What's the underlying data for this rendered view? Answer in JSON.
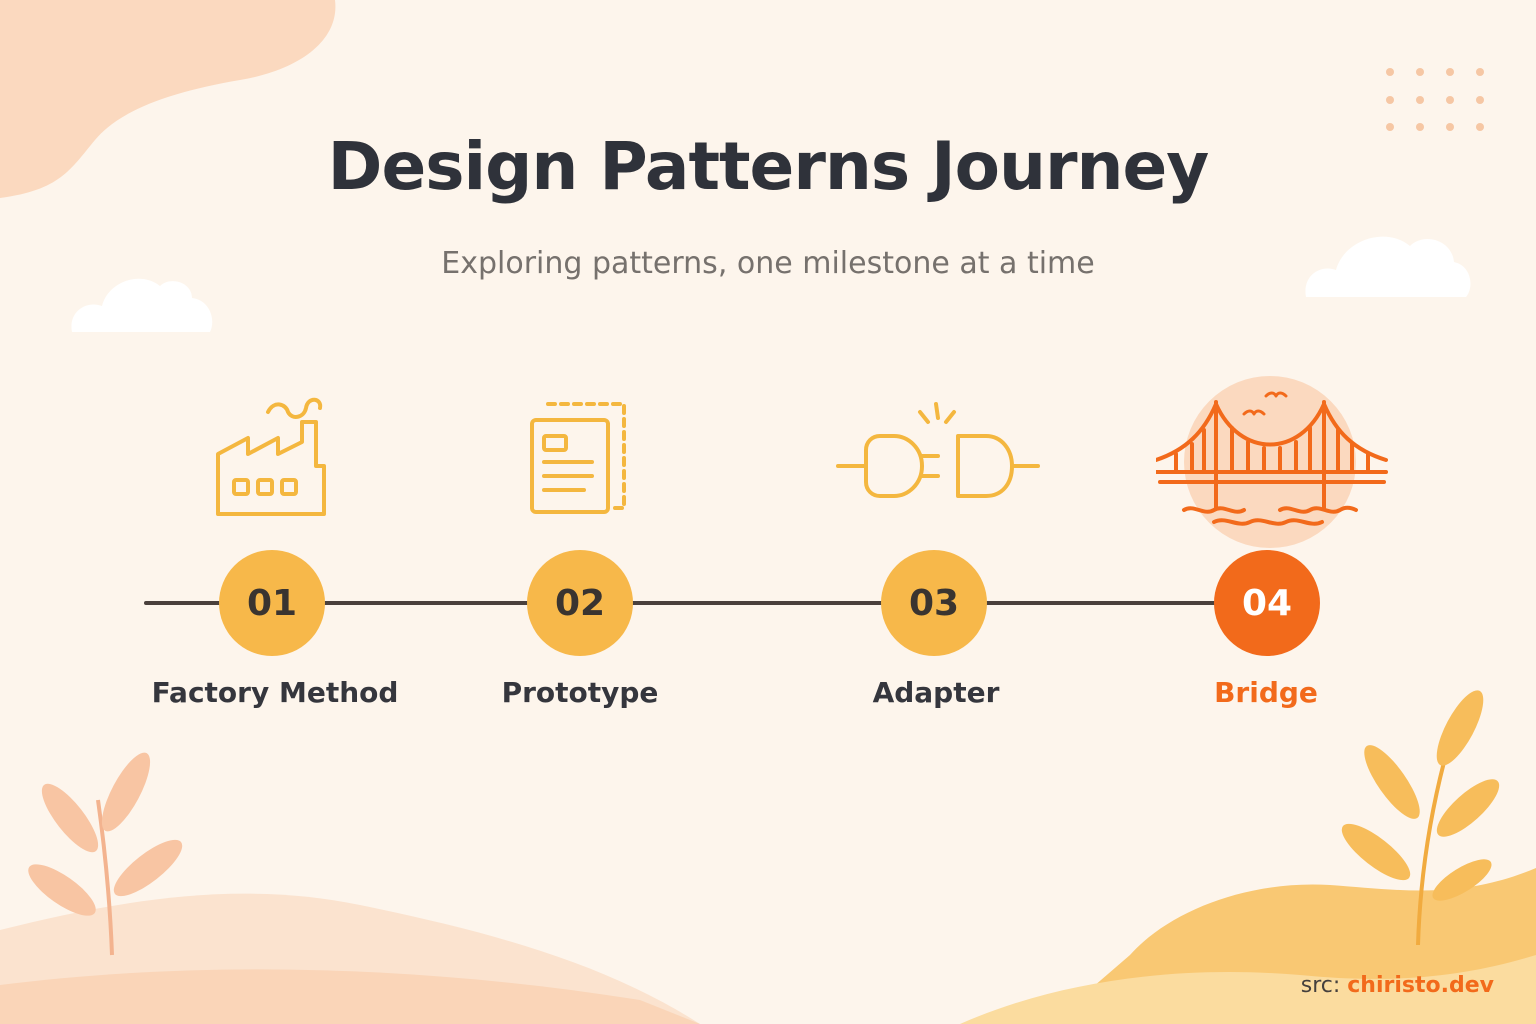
{
  "title": "Design Patterns Journey",
  "subtitle": "Exploring patterns, one milestone at a time",
  "milestones": [
    {
      "number": "01",
      "label": "Factory Method",
      "icon": "factory-icon",
      "active": false
    },
    {
      "number": "02",
      "label": "Prototype",
      "icon": "document-copy-icon",
      "active": false
    },
    {
      "number": "03",
      "label": "Adapter",
      "icon": "plug-adapter-icon",
      "active": false
    },
    {
      "number": "04",
      "label": "Bridge",
      "icon": "bridge-icon",
      "active": true
    }
  ],
  "source": {
    "prefix": "src:",
    "link": "chiristo.dev"
  },
  "colors": {
    "background": "#fdf5ec",
    "node": "#f7b84a",
    "active": "#f26a1b",
    "text": "#2f323a",
    "line": "#4a403c"
  }
}
